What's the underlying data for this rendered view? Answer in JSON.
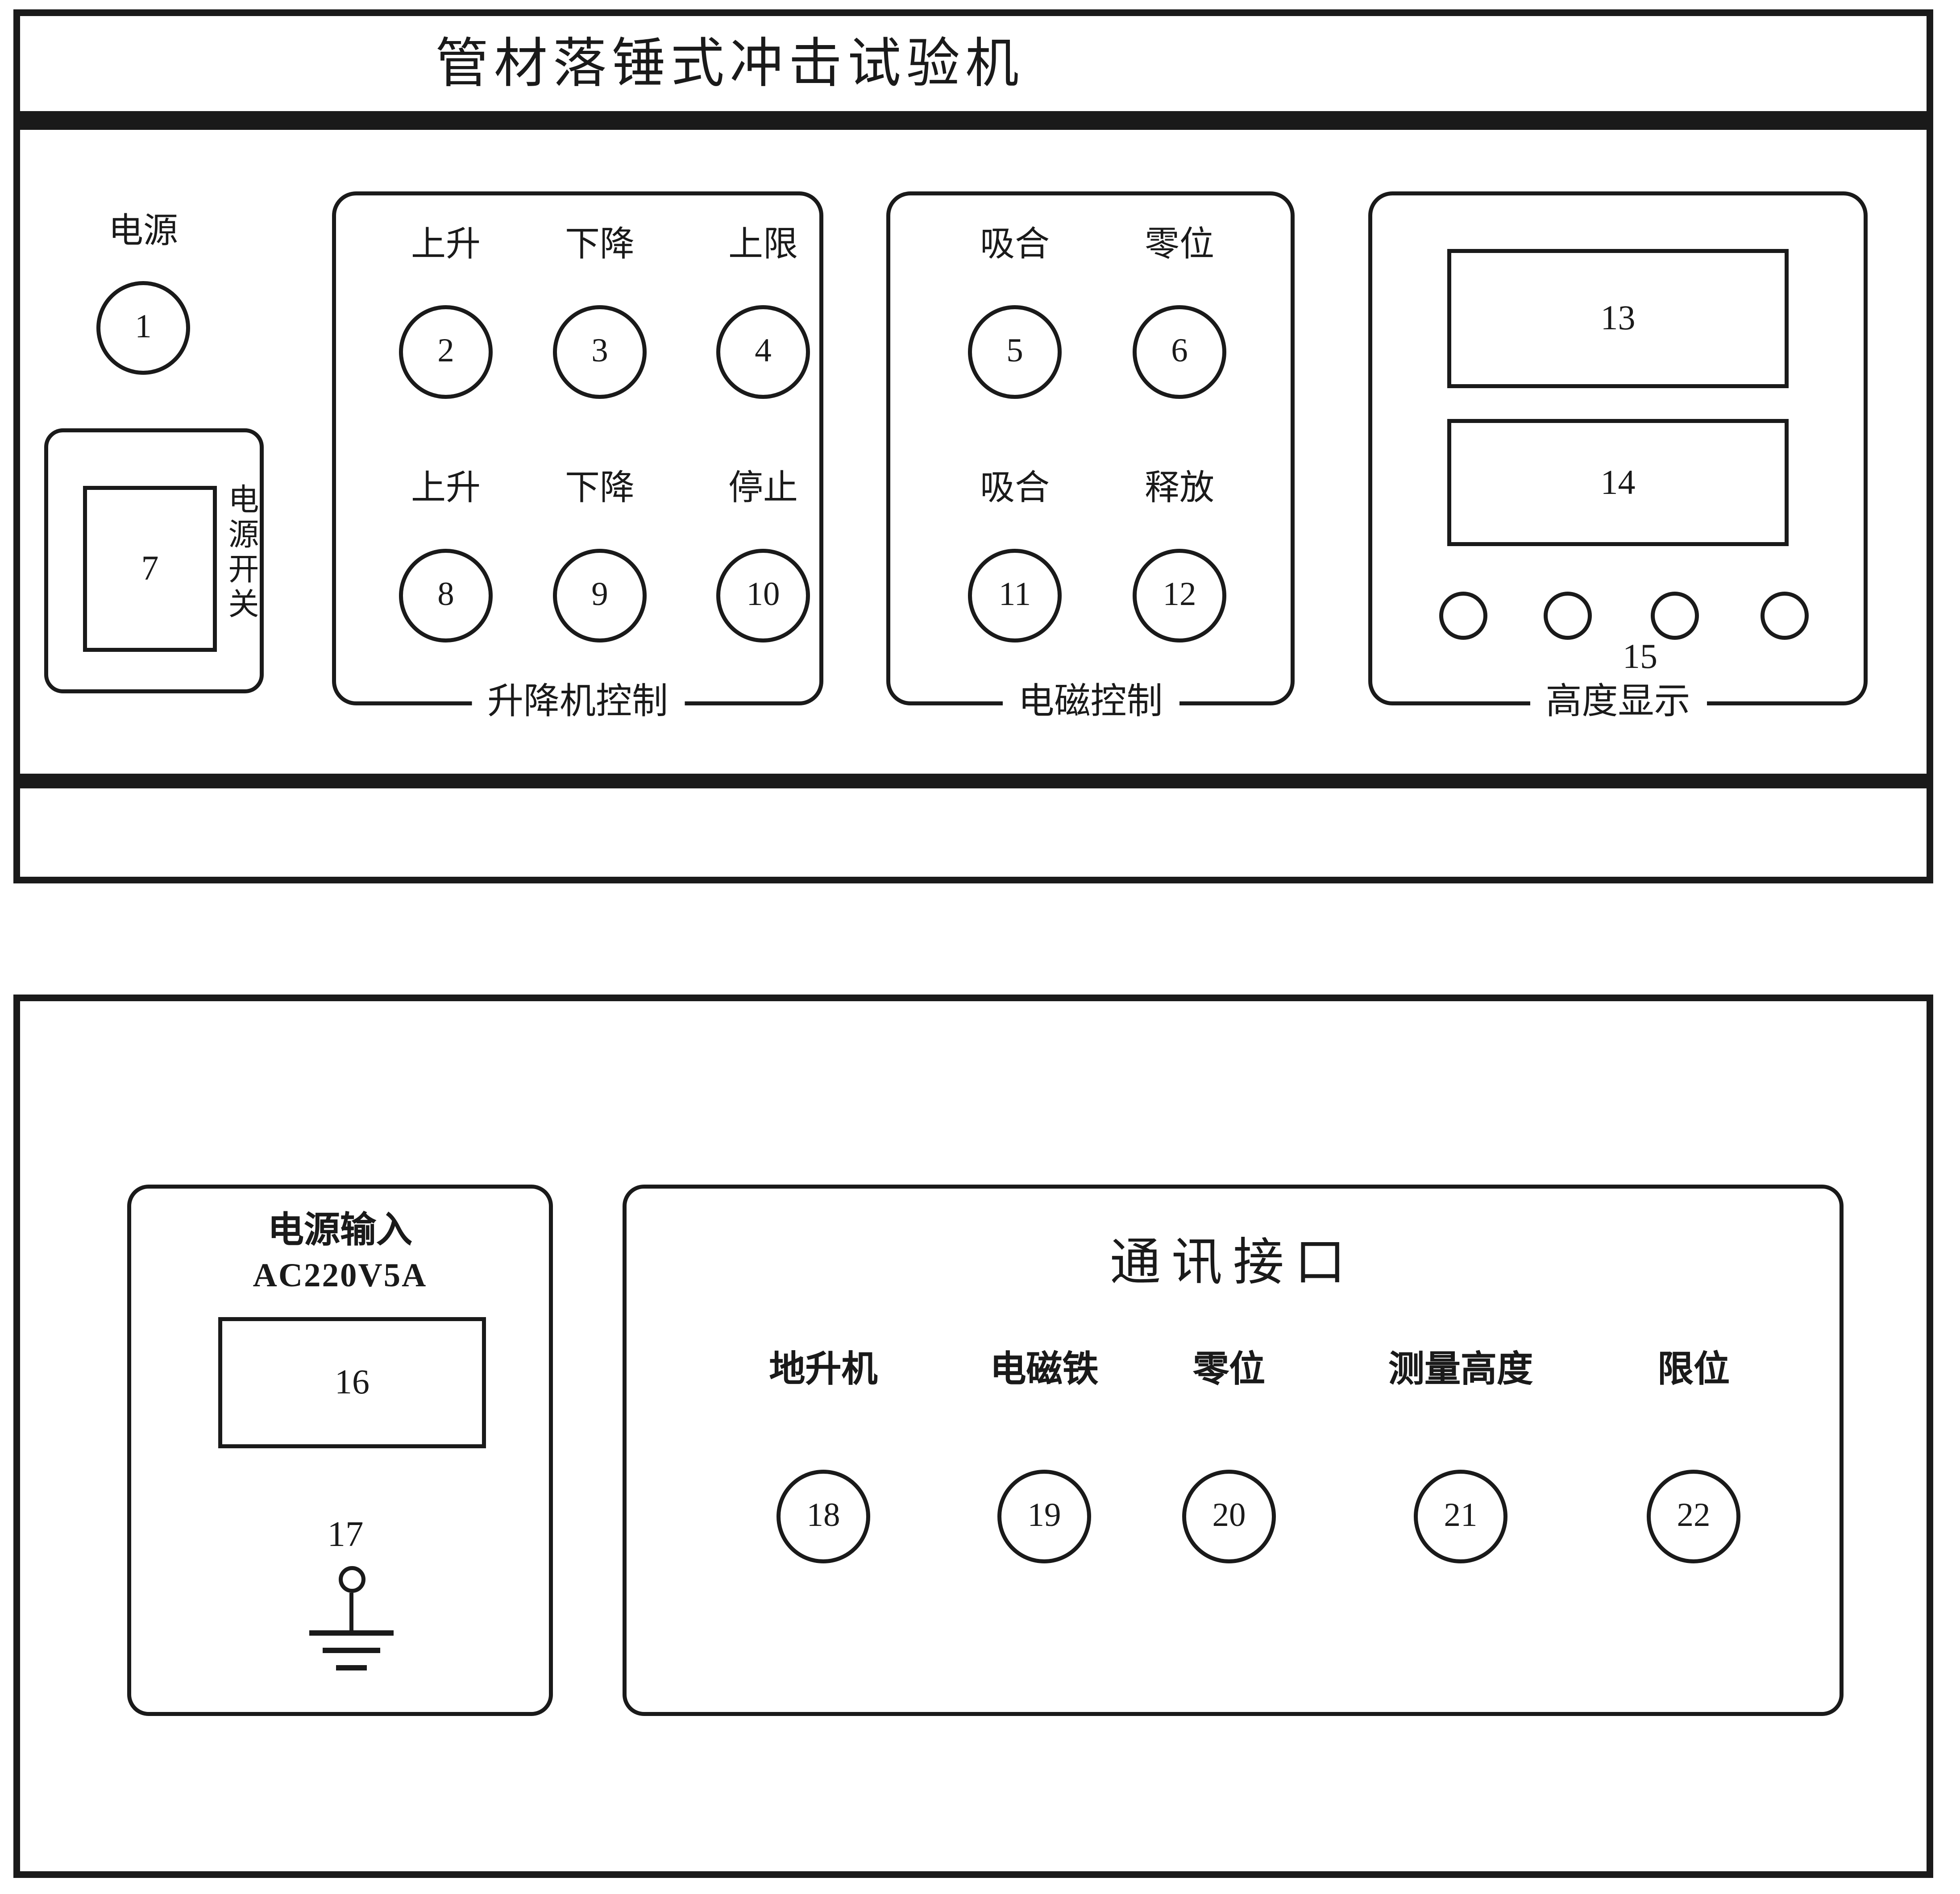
{
  "title": "管材落锤式冲击试验机",
  "colors": {
    "line": "#1a1a1a",
    "background": "#ffffff"
  },
  "front_panel": {
    "power_indicator": {
      "label": "电源",
      "num": "1"
    },
    "power_switch": {
      "num": "7",
      "label": "电源开关"
    },
    "lift_control": {
      "caption": "升降机控制",
      "buttons": [
        {
          "label": "上升",
          "num": "2"
        },
        {
          "label": "下降",
          "num": "3"
        },
        {
          "label": "上限",
          "num": "4"
        },
        {
          "label": "上升",
          "num": "8"
        },
        {
          "label": "下降",
          "num": "9"
        },
        {
          "label": "停止",
          "num": "10"
        }
      ]
    },
    "magnet_control": {
      "caption": "电磁控制",
      "buttons": [
        {
          "label": "吸合",
          "num": "5"
        },
        {
          "label": "零位",
          "num": "6"
        },
        {
          "label": "吸合",
          "num": "11"
        },
        {
          "label": "释放",
          "num": "12"
        }
      ]
    },
    "height_display": {
      "caption": "高度显示",
      "display_top": "13",
      "display_bottom": "14",
      "keys_label": "15"
    }
  },
  "rear_panel": {
    "power_input": {
      "caption_line1": "电源输入",
      "caption_line2": "AC220V5A",
      "socket_num": "16",
      "ground_num": "17"
    },
    "comm_interface": {
      "title": "通讯接口",
      "ports": [
        {
          "label": "地升机",
          "num": "18"
        },
        {
          "label": "电磁铁",
          "num": "19"
        },
        {
          "label": "零位",
          "num": "20"
        },
        {
          "label": "测量高度",
          "num": "21"
        },
        {
          "label": "限位",
          "num": "22"
        }
      ]
    }
  }
}
